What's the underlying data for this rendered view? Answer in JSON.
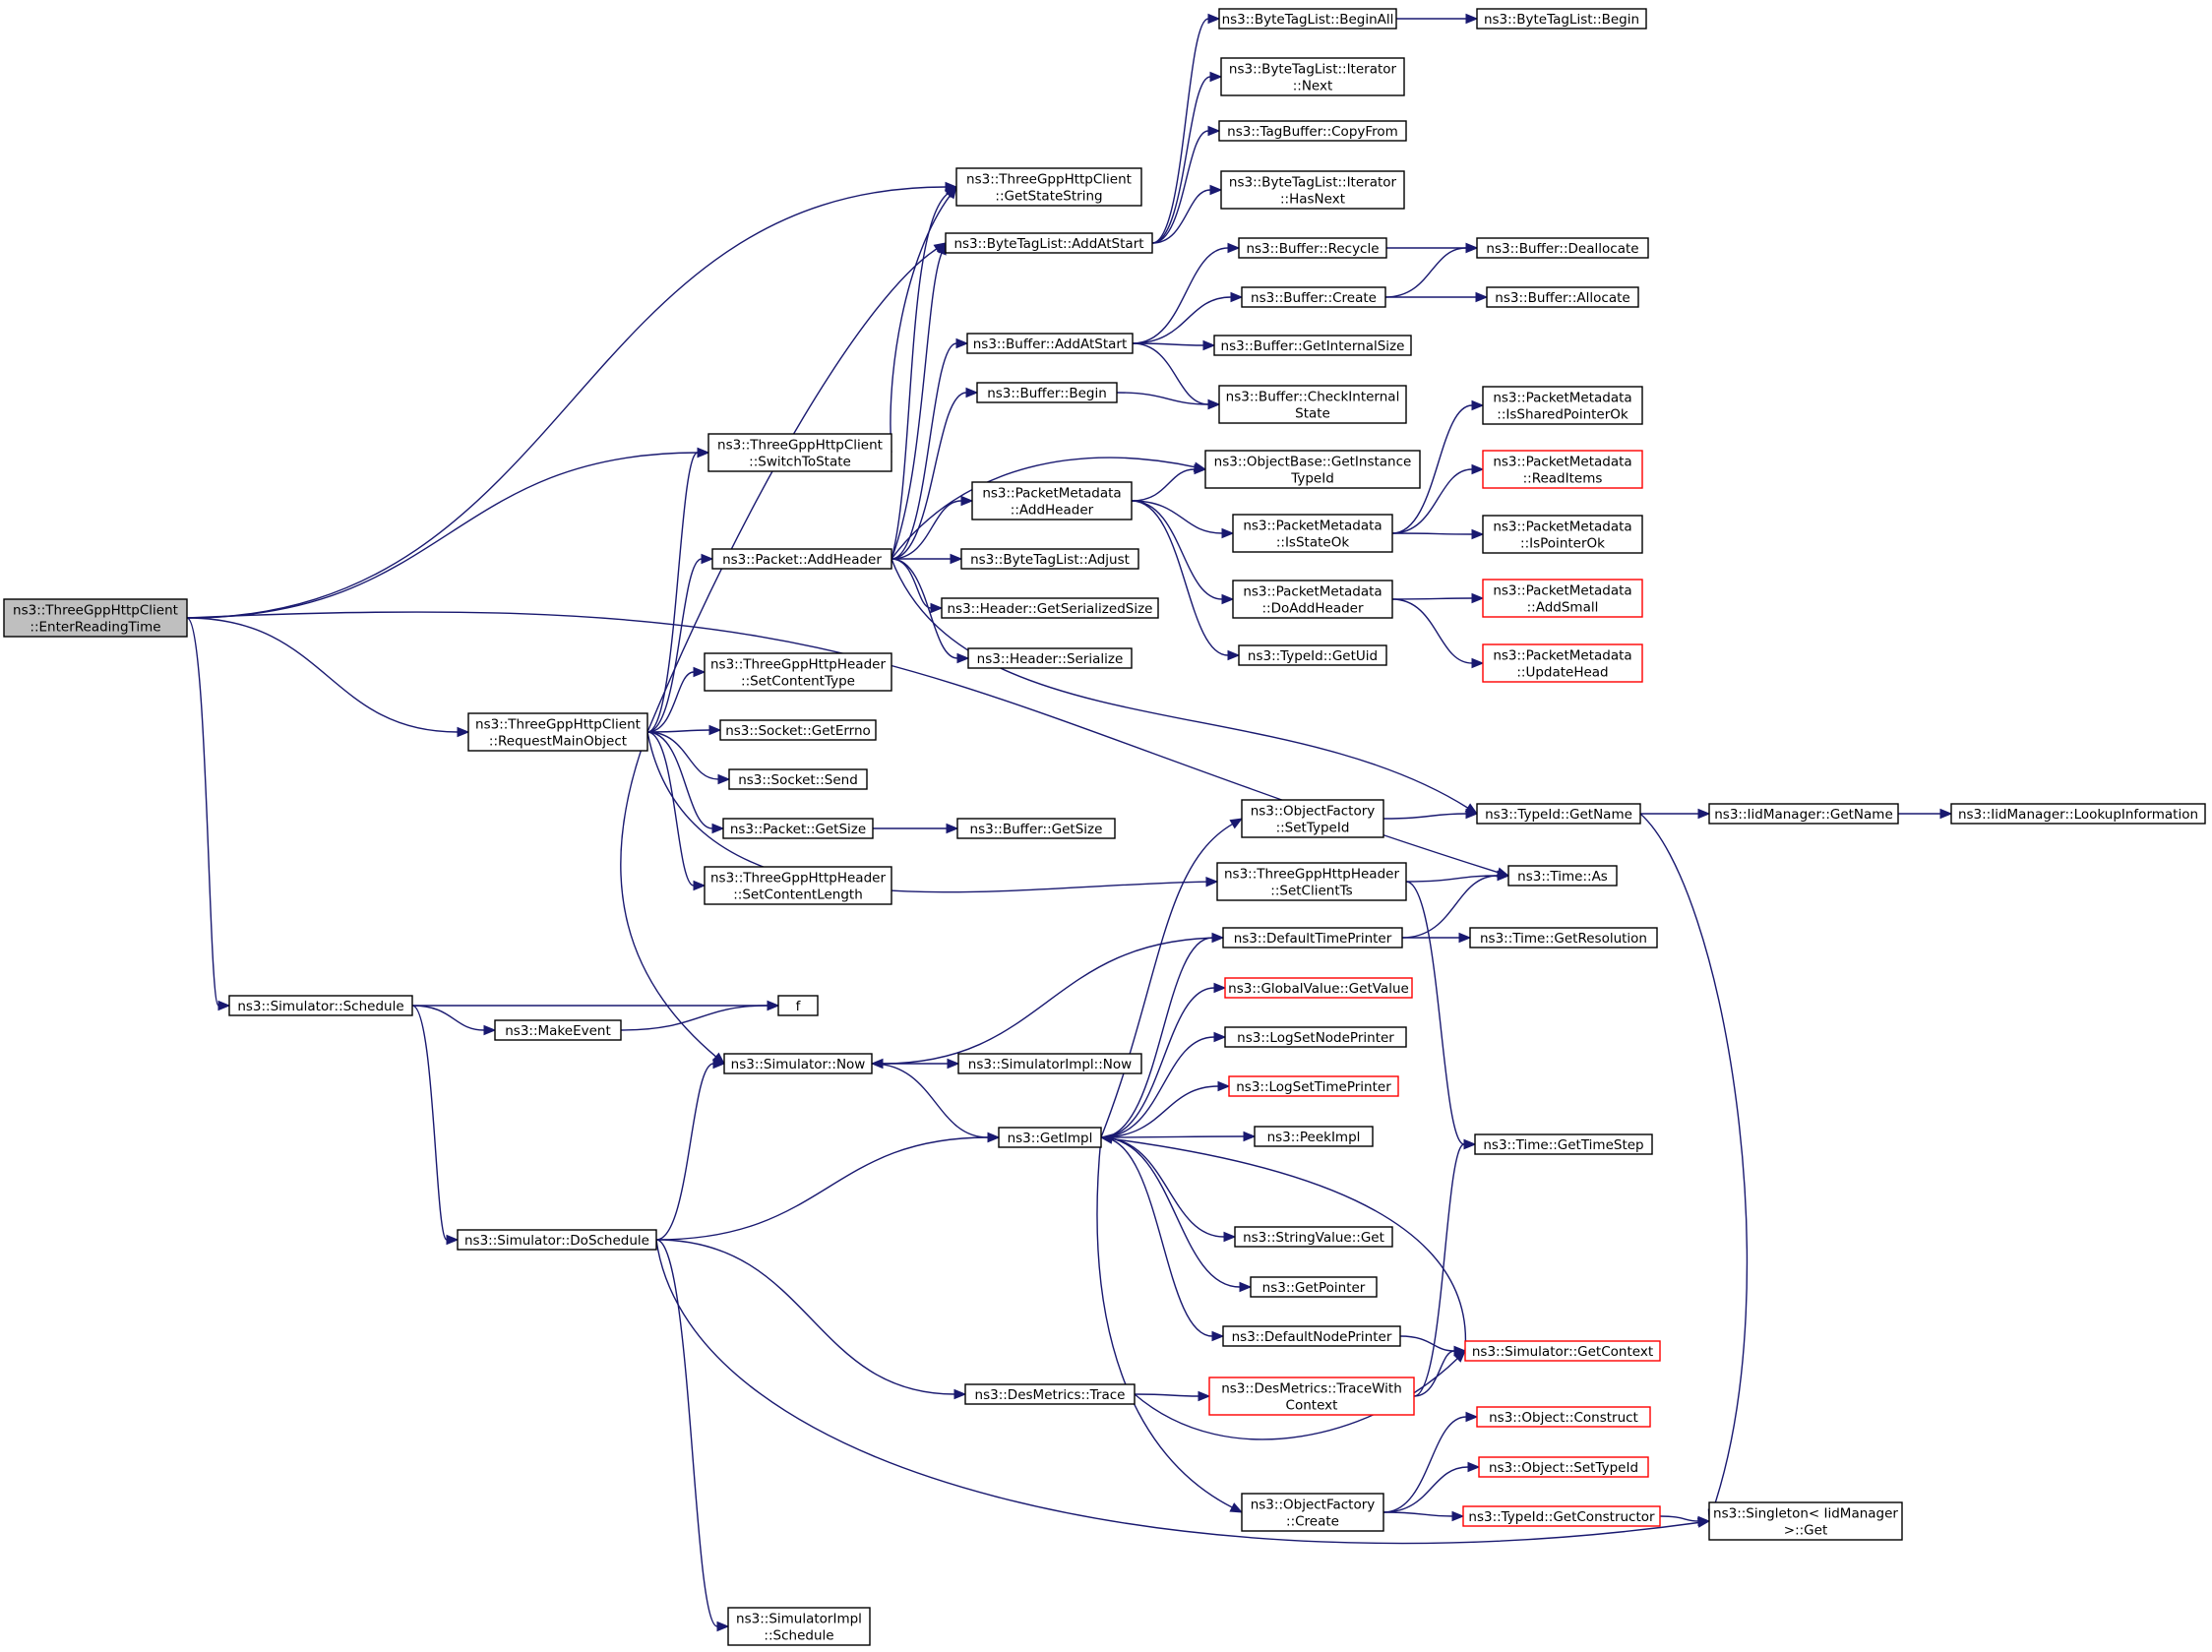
{
  "graph": {
    "colors": {
      "edge": "#191970",
      "root_fill": "#bfbfbf",
      "node_border": "#000000",
      "truncated_border": "#ff0000"
    },
    "nodes": [
      {
        "id": "root",
        "lines": [
          "ns3::ThreeGppHttpClient",
          "::EnterReadingTime"
        ],
        "root": true
      },
      {
        "id": "getStateString",
        "lines": [
          "ns3::ThreeGppHttpClient",
          "::GetStateString"
        ]
      },
      {
        "id": "switchToState",
        "lines": [
          "ns3::ThreeGppHttpClient",
          "::SwitchToState"
        ]
      },
      {
        "id": "requestMainObject",
        "lines": [
          "ns3::ThreeGppHttpClient",
          "::RequestMainObject"
        ]
      },
      {
        "id": "schedule",
        "lines": [
          "ns3::Simulator::Schedule"
        ]
      },
      {
        "id": "timeAs",
        "lines": [
          "ns3::Time::As"
        ]
      },
      {
        "id": "packetAddHeader",
        "lines": [
          "ns3::Packet::AddHeader"
        ]
      },
      {
        "id": "setContentType",
        "lines": [
          "ns3::ThreeGppHttpHeader",
          "::SetContentType"
        ]
      },
      {
        "id": "getErrno",
        "lines": [
          "ns3::Socket::GetErrno"
        ]
      },
      {
        "id": "socketSend",
        "lines": [
          "ns3::Socket::Send"
        ]
      },
      {
        "id": "packetGetSize",
        "lines": [
          "ns3::Packet::GetSize"
        ]
      },
      {
        "id": "setContentLength",
        "lines": [
          "ns3::ThreeGppHttpHeader",
          "::SetContentLength"
        ]
      },
      {
        "id": "simNow",
        "lines": [
          "ns3::Simulator::Now"
        ]
      },
      {
        "id": "setClientTs",
        "lines": [
          "ns3::ThreeGppHttpHeader",
          "::SetClientTs"
        ]
      },
      {
        "id": "f",
        "lines": [
          "f"
        ]
      },
      {
        "id": "makeEvent",
        "lines": [
          "ns3::MakeEvent"
        ]
      },
      {
        "id": "doSchedule",
        "lines": [
          "ns3::Simulator::DoSchedule"
        ]
      },
      {
        "id": "byteTagAddAtStart",
        "lines": [
          "ns3::ByteTagList::AddAtStart"
        ]
      },
      {
        "id": "bufferAddAtStart",
        "lines": [
          "ns3::Buffer::AddAtStart"
        ]
      },
      {
        "id": "bufferBegin",
        "lines": [
          "ns3::Buffer::Begin"
        ]
      },
      {
        "id": "pmAddHeader",
        "lines": [
          "ns3::PacketMetadata",
          "::AddHeader"
        ]
      },
      {
        "id": "byteTagAdjust",
        "lines": [
          "ns3::ByteTagList::Adjust"
        ]
      },
      {
        "id": "headerGetSerializedSize",
        "lines": [
          "ns3::Header::GetSerializedSize"
        ]
      },
      {
        "id": "headerSerialize",
        "lines": [
          "ns3::Header::Serialize"
        ]
      },
      {
        "id": "bufferGetSize",
        "lines": [
          "ns3::Buffer::GetSize"
        ]
      },
      {
        "id": "simImplNow",
        "lines": [
          "ns3::SimulatorImpl::Now"
        ]
      },
      {
        "id": "getImpl",
        "lines": [
          "ns3::GetImpl"
        ]
      },
      {
        "id": "desTrace",
        "lines": [
          "ns3::DesMetrics::Trace"
        ]
      },
      {
        "id": "simImplSchedule",
        "lines": [
          "ns3::SimulatorImpl",
          "::Schedule"
        ]
      },
      {
        "id": "btBeginAll",
        "lines": [
          "ns3::ByteTagList::BeginAll"
        ]
      },
      {
        "id": "btIterNext",
        "lines": [
          "ns3::ByteTagList::Iterator",
          "::Next"
        ]
      },
      {
        "id": "tagBufferCopyFrom",
        "lines": [
          "ns3::TagBuffer::CopyFrom"
        ]
      },
      {
        "id": "btIterHasNext",
        "lines": [
          "ns3::ByteTagList::Iterator",
          "::HasNext"
        ]
      },
      {
        "id": "bufferRecycle",
        "lines": [
          "ns3::Buffer::Recycle"
        ]
      },
      {
        "id": "bufferCreate",
        "lines": [
          "ns3::Buffer::Create"
        ]
      },
      {
        "id": "bufferGetInternalSize",
        "lines": [
          "ns3::Buffer::GetInternalSize"
        ]
      },
      {
        "id": "bufferCheckInternal",
        "lines": [
          "ns3::Buffer::CheckInternal",
          "State"
        ]
      },
      {
        "id": "objGetInstanceTypeId",
        "lines": [
          "ns3::ObjectBase::GetInstance",
          "TypeId"
        ]
      },
      {
        "id": "pmIsStateOk",
        "lines": [
          "ns3::PacketMetadata",
          "::IsStateOk"
        ]
      },
      {
        "id": "pmDoAddHeader",
        "lines": [
          "ns3::PacketMetadata",
          "::DoAddHeader"
        ]
      },
      {
        "id": "typeIdGetUid",
        "lines": [
          "ns3::TypeId::GetUid"
        ]
      },
      {
        "id": "ofSetTypeId",
        "lines": [
          "ns3::ObjectFactory",
          "::SetTypeId"
        ]
      },
      {
        "id": "defaultTimePrinter",
        "lines": [
          "ns3::DefaultTimePrinter"
        ]
      },
      {
        "id": "gvGetValue",
        "lines": [
          "ns3::GlobalValue::GetValue"
        ],
        "truncated": true
      },
      {
        "id": "logSetNodePrinter",
        "lines": [
          "ns3::LogSetNodePrinter"
        ]
      },
      {
        "id": "logSetTimePrinter",
        "lines": [
          "ns3::LogSetTimePrinter"
        ],
        "truncated": true
      },
      {
        "id": "peekImpl",
        "lines": [
          "ns3::PeekImpl"
        ]
      },
      {
        "id": "stringValueGet",
        "lines": [
          "ns3::StringValue::Get"
        ]
      },
      {
        "id": "getPointer",
        "lines": [
          "ns3::GetPointer"
        ]
      },
      {
        "id": "defaultNodePrinter",
        "lines": [
          "ns3::DefaultNodePrinter"
        ]
      },
      {
        "id": "traceWithContext",
        "lines": [
          "ns3::DesMetrics::TraceWith",
          "Context"
        ],
        "truncated": true
      },
      {
        "id": "ofCreate",
        "lines": [
          "ns3::ObjectFactory",
          "::Create"
        ]
      },
      {
        "id": "btBegin",
        "lines": [
          "ns3::ByteTagList::Begin"
        ]
      },
      {
        "id": "bufferDeallocate",
        "lines": [
          "ns3::Buffer::Deallocate"
        ]
      },
      {
        "id": "bufferAllocate",
        "lines": [
          "ns3::Buffer::Allocate"
        ]
      },
      {
        "id": "pmIsSharedPointerOk",
        "lines": [
          "ns3::PacketMetadata",
          "::IsSharedPointerOk"
        ]
      },
      {
        "id": "pmReadItems",
        "lines": [
          "ns3::PacketMetadata",
          "::ReadItems"
        ],
        "truncated": true
      },
      {
        "id": "pmIsPointerOk",
        "lines": [
          "ns3::PacketMetadata",
          "::IsPointerOk"
        ]
      },
      {
        "id": "pmAddSmall",
        "lines": [
          "ns3::PacketMetadata",
          "::AddSmall"
        ],
        "truncated": true
      },
      {
        "id": "pmUpdateHead",
        "lines": [
          "ns3::PacketMetadata",
          "::UpdateHead"
        ],
        "truncated": true
      },
      {
        "id": "typeIdGetName",
        "lines": [
          "ns3::TypeId::GetName"
        ]
      },
      {
        "id": "timeGetResolution",
        "lines": [
          "ns3::Time::GetResolution"
        ]
      },
      {
        "id": "timeGetTimeStep",
        "lines": [
          "ns3::Time::GetTimeStep"
        ]
      },
      {
        "id": "simGetContext",
        "lines": [
          "ns3::Simulator::GetContext"
        ],
        "truncated": true
      },
      {
        "id": "objConstruct",
        "lines": [
          "ns3::Object::Construct"
        ],
        "truncated": true
      },
      {
        "id": "objSetTypeId",
        "lines": [
          "ns3::Object::SetTypeId"
        ],
        "truncated": true
      },
      {
        "id": "typeIdGetConstructor",
        "lines": [
          "ns3::TypeId::GetConstructor"
        ],
        "truncated": true
      },
      {
        "id": "iidGetName",
        "lines": [
          "ns3::IidManager::GetName"
        ]
      },
      {
        "id": "iidLookupInformation",
        "lines": [
          "ns3::IidManager::LookupInformation"
        ]
      },
      {
        "id": "singletonGet",
        "lines": [
          "ns3::Singleton< IidManager",
          ">::Get"
        ]
      }
    ]
  }
}
